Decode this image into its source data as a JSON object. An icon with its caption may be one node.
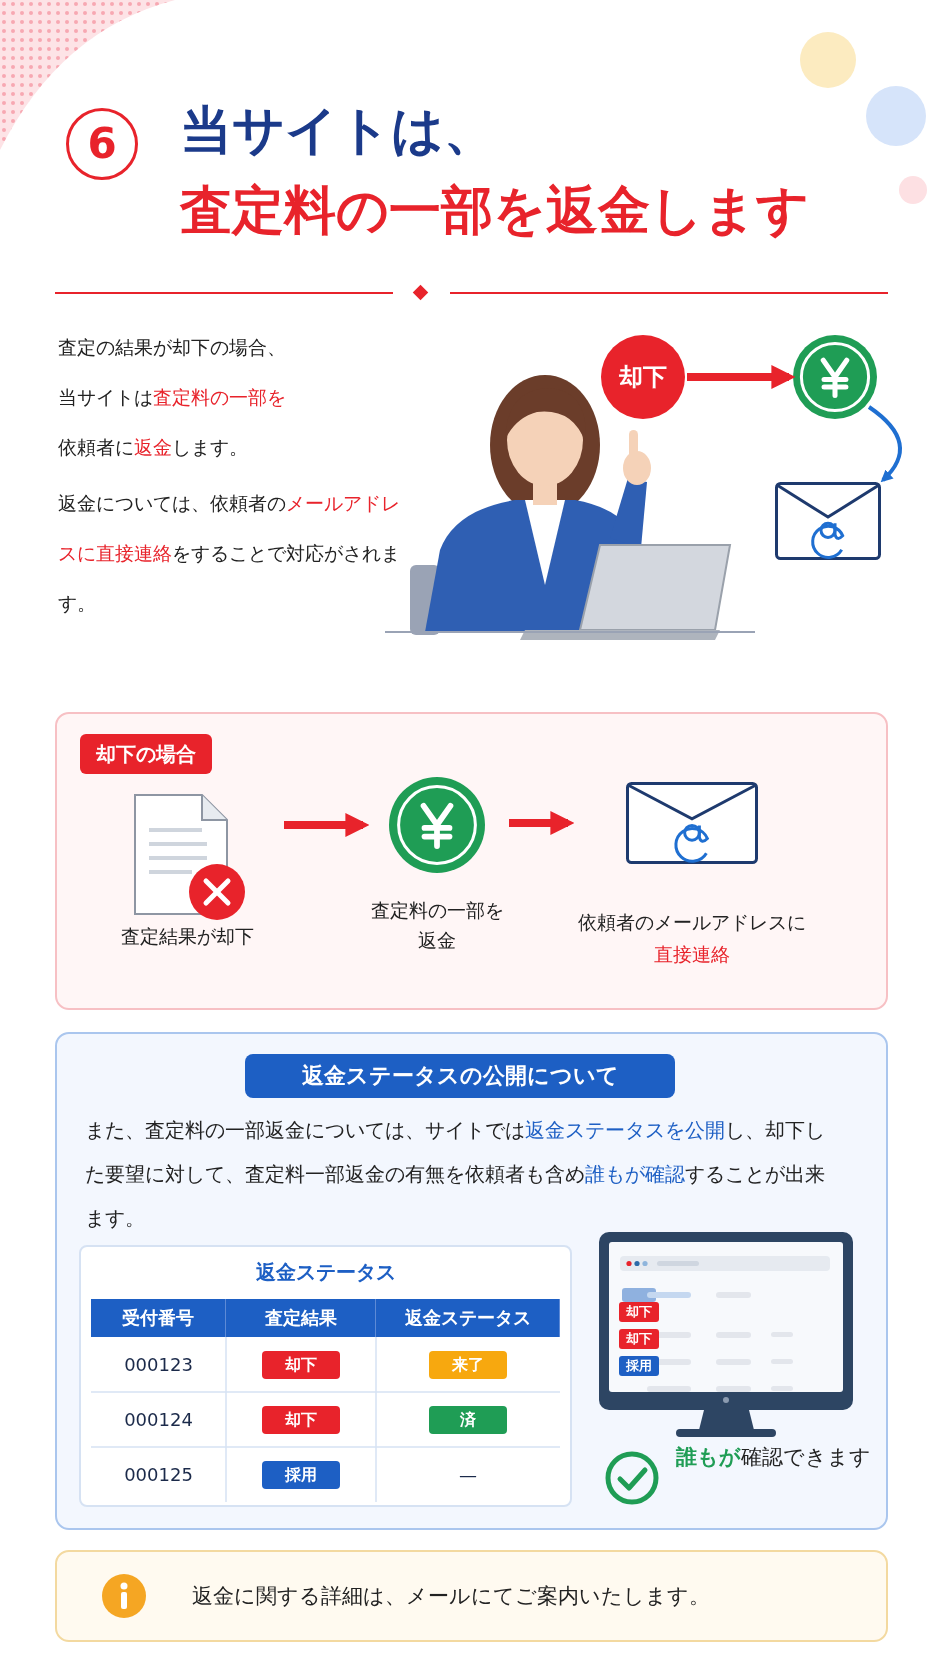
{
  "diagram": {
    "title": "当サイトは、**査定料の一部を返金します**",
    "nodes": [
      {
        "text": [
          "却下"
        ]
      },
      {
        "text": [],
        "shape": "circle"
      },
      {
        "text": [],
        "shape": "picture"
      },
      {
        "text": [
          "却下の場合"
        ]
      },
      {
        "text": [
          "査定結果が却下"
        ],
        "in": 3
      },
      {
        "text": [
          "査定料の一部を返金"
        ],
        "in": 3
      },
      {
        "text": [
          "依頼者のメールアドレスに",
          "直接連絡"
        ],
        "in": 3
      },
      {
        "text": [
          "返金ステータスの公開について"
        ]
      },
      {
        "text": [
          "返金に関する詳細は、メールにてご案内いたします。"
        ]
      }
    ],
    "edges": [
      {
        "from": 0,
        "to": 1,
        "arrow": "to"
      },
      {
        "from": 1,
        "to": 2,
        "arrow": "to",
        "color": "#1f6fd1"
      },
      {
        "from": 4,
        "to": 5,
        "arrow": "to"
      },
      {
        "from": 5,
        "to": 6,
        "arrow": "to"
      }
    ],
    "labels": [
      "6",
      "査定の結果が却下の場合、当サイトは**査定料の一部を**依頼者に**返金**します。",
      "返金については、依頼者の**メールアドレスに直接連絡**をすることで対応がされます。",
      "また、査定料の一部返金については、サイトでは**返金ステータスを公開**し、却下した要望に対して、査定料一部返金の有無を依頼者も含め**誰もが確認**することが出来ます。",
      "返金ステータス",
      "受付番号",
      "査定結果",
      "返金ステータス",
      "000123",
      "却下",
      "来了",
      "000124",
      "却下",
      "済",
      "000125",
      "採用",
      "—",
      "却下",
      "却下",
      "採用",
      "**誰もが**確認できます"
    ]
  }
}
